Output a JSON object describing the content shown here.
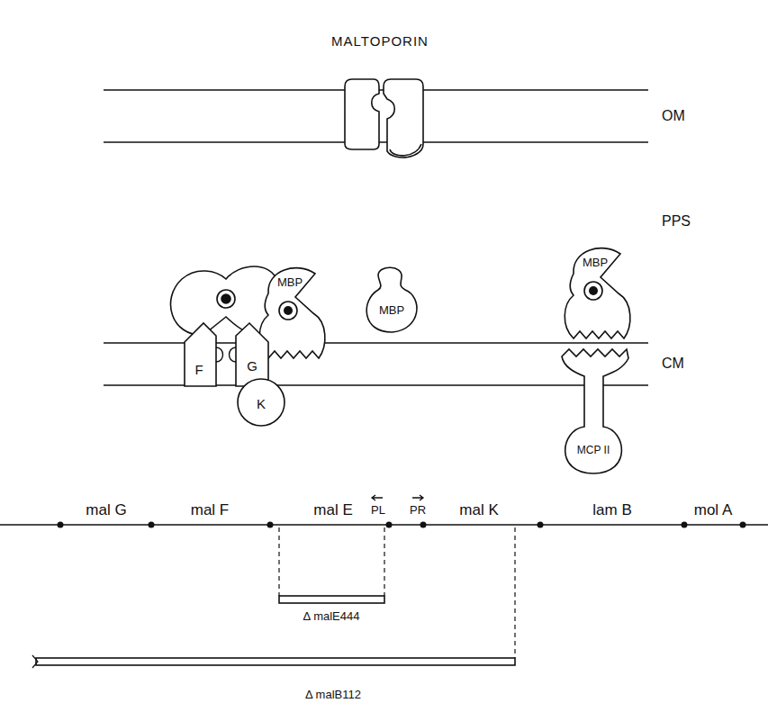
{
  "diagram": {
    "title": "MALTOPORIN",
    "nodes": [
      {
        "text": [
          "MBP"
        ]
      },
      {
        "text": [
          "MBP"
        ]
      },
      {
        "text": [
          "MBP"
        ]
      },
      {
        "text": [
          "F"
        ]
      },
      {
        "text": [
          "G"
        ]
      },
      {
        "text": [
          "K"
        ]
      },
      {
        "text": [
          "MCP II"
        ]
      }
    ],
    "labels": [
      "OM",
      "PPS",
      "CM",
      "mal G",
      "mal F",
      "mal E",
      "PL",
      "PR",
      "mal K",
      "lam B",
      "mol A",
      "Δ malE444",
      "Δ malB112"
    ]
  }
}
